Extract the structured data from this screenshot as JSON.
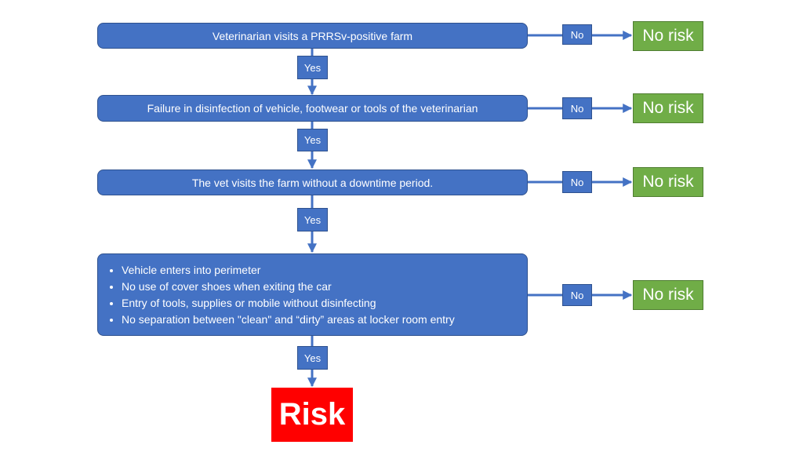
{
  "steps": [
    {
      "text": "Veterinarian visits a PRRSv-positive farm"
    },
    {
      "text": "Failure in disinfection of vehicle, footwear or tools of the veterinarian"
    },
    {
      "text": "The vet visits the farm without a downtime period."
    },
    {
      "bullets": [
        "Vehicle enters into perimeter",
        "No use of cover shoes when exiting the car",
        "Entry of tools, supplies or mobile without disinfecting",
        "No separation between \"clean\" and “dirty” areas at locker room entry"
      ]
    }
  ],
  "labels": {
    "yes": "Yes",
    "no": "No",
    "no_risk": "No risk",
    "risk": "Risk"
  },
  "colors": {
    "step": "#4472C4",
    "no_risk": "#70AD47",
    "risk": "#FF0000"
  }
}
